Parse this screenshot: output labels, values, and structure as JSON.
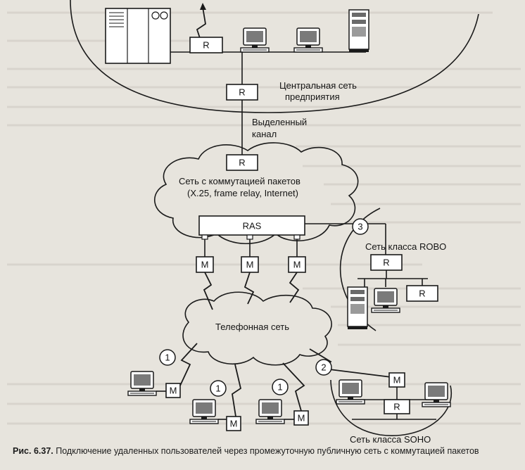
{
  "labels": {
    "central_net_line1": "Центральная сеть",
    "central_net_line2": "предприятия",
    "leased_line1": "Выделенный",
    "leased_line2": "канал",
    "packet_net_line1": "Сеть с коммутацией пакетов",
    "packet_net_line2": "(X.25, frame relay, Internet)",
    "ras": "RAS",
    "phone_net": "Телефонная сеть",
    "robo_net": "Сеть класса ROBO",
    "soho_net": "Сеть класса SOHO"
  },
  "device_labels": {
    "router": "R",
    "modem": "M"
  },
  "connection_numbers": {
    "c1a": "1",
    "c1b": "1",
    "c1c": "1",
    "c2": "2",
    "c3": "3"
  },
  "caption": {
    "prefix": "Рис.",
    "number": "6.37.",
    "text": "Подключение удаленных пользователей через промежуточную публичную сеть с коммутацией пакетов"
  }
}
